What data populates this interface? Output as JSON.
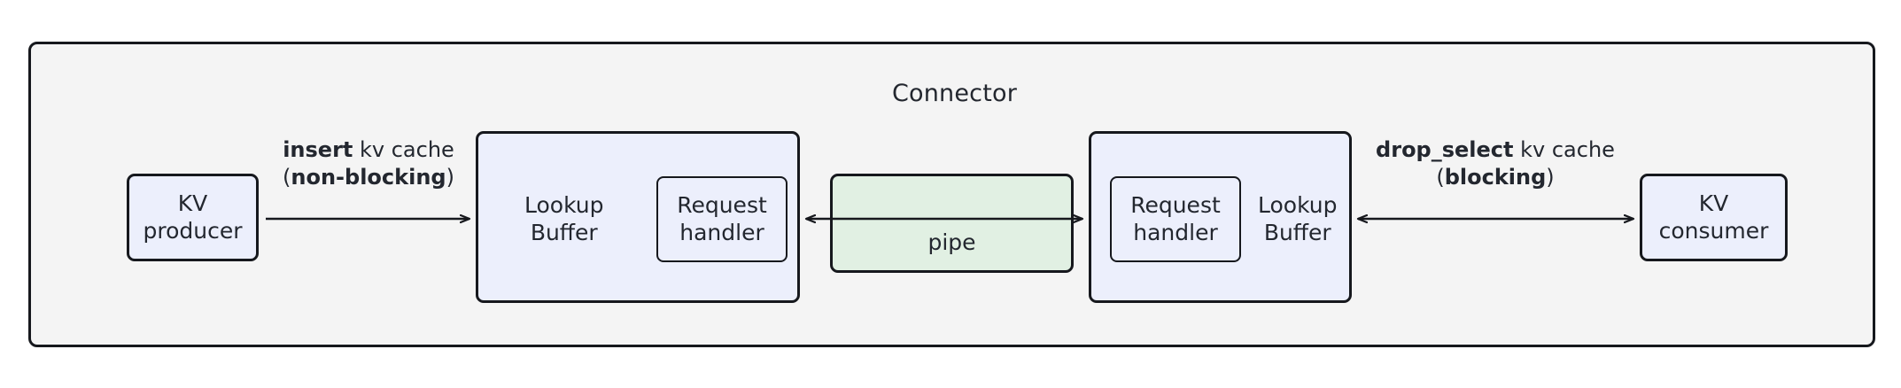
{
  "diagram": {
    "title": "Connector",
    "colors": {
      "container_fill": "#f4f4f4",
      "node_blue_fill": "#eceffc",
      "pipe_green_fill": "#e1f0e3",
      "stroke": "#16181d",
      "text": "#23272f",
      "page_background": "#ffffff"
    }
  },
  "nodes": {
    "kv_producer": {
      "line1": "KV",
      "line2": "producer"
    },
    "kv_consumer": {
      "line1": "KV",
      "line2": "consumer"
    },
    "lookup_buffer_left": {
      "label_line1": "Lookup",
      "label_line2": "Buffer",
      "request_handler_line1": "Request",
      "request_handler_line2": "handler"
    },
    "lookup_buffer_right": {
      "label_line1": "Lookup",
      "label_line2": "Buffer",
      "request_handler_line1": "Request",
      "request_handler_line2": "handler"
    },
    "pipe": {
      "label": "pipe"
    }
  },
  "edges": {
    "insert": {
      "line1_bold": "insert",
      "line1_rest": " kv cache",
      "line2_prefix": "(",
      "line2_bold": "non-blocking",
      "line2_suffix": ")",
      "direction": "one-way-right"
    },
    "drop_select": {
      "line1_bold": "drop_select",
      "line1_rest": " kv cache",
      "line2_prefix": "(",
      "line2_bold": "blocking",
      "line2_suffix": ")",
      "direction": "bidirectional"
    },
    "pipe_transfer": {
      "direction": "bidirectional"
    }
  }
}
